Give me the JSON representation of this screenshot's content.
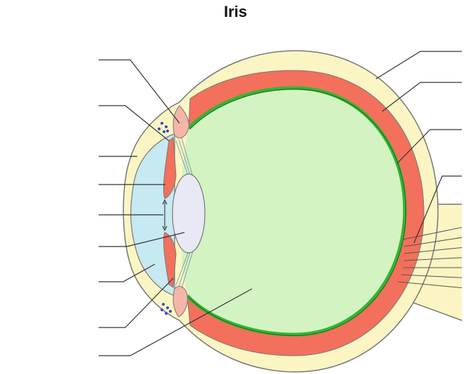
{
  "title": "Iris",
  "colors": {
    "sclera": "#fbf5c4",
    "choroid": "#f2705c",
    "retina": "#33b533",
    "vitreous": "#d4f3c2",
    "aqueous": "#c7e9f1",
    "lens": "#e9e9f5",
    "ciliary": "#f5b6a8",
    "canal_dots": "#3a47c8",
    "outline": "#777777",
    "leader": "#333333"
  },
  "label_lines_left": 9,
  "label_lines_right": 4
}
